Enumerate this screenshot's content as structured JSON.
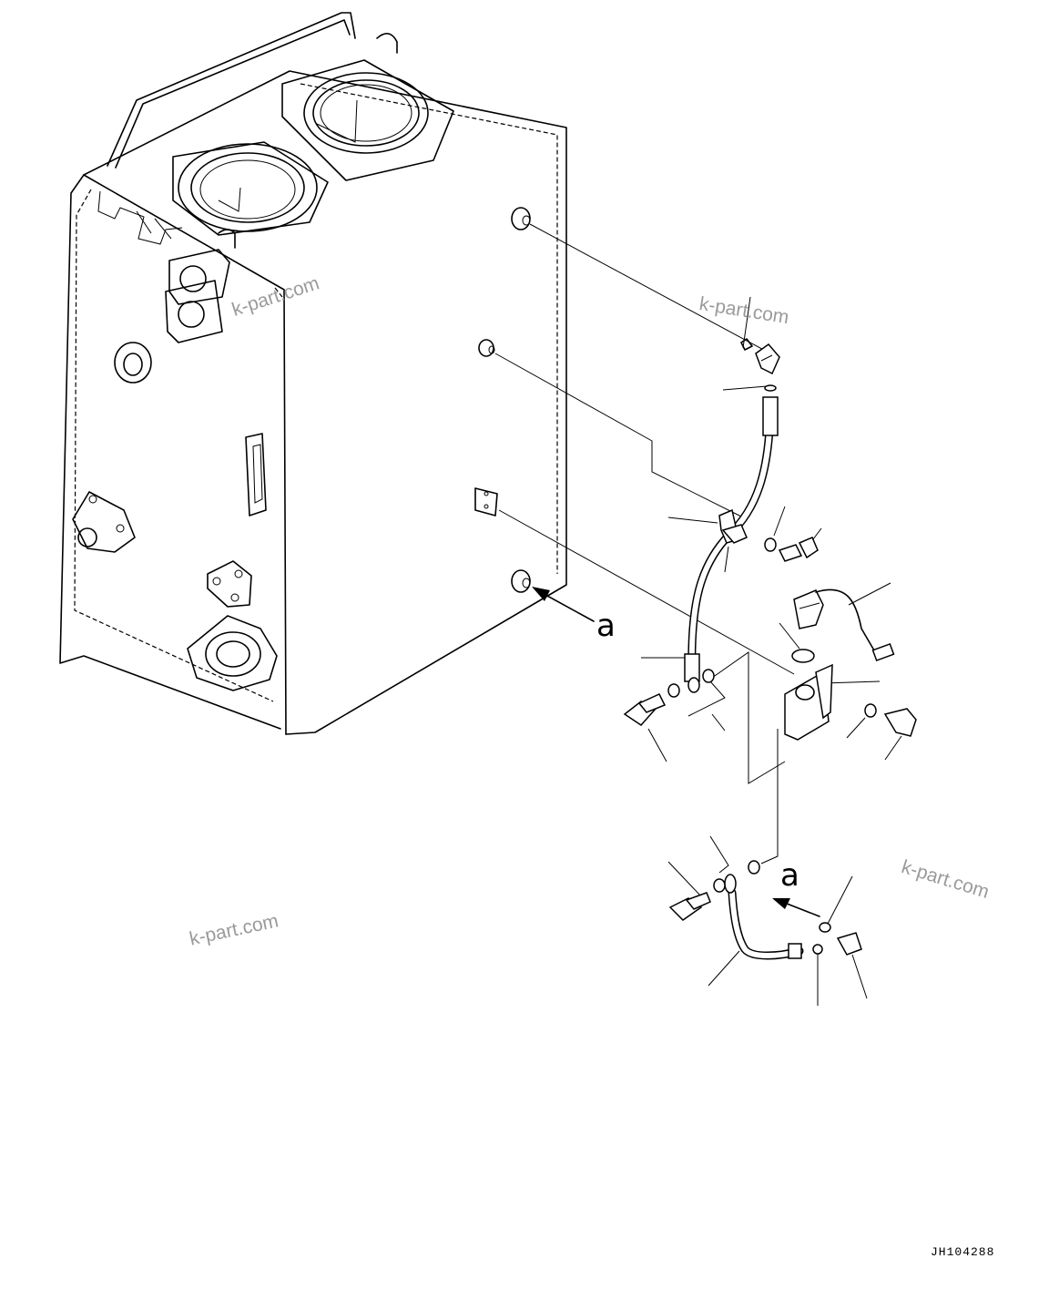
{
  "watermarks": [
    "k-part.com",
    "k-part.com",
    "k-part.com",
    "k-part.com"
  ],
  "view_labels": [
    "a",
    "a"
  ],
  "drawing_code": "JH104288"
}
